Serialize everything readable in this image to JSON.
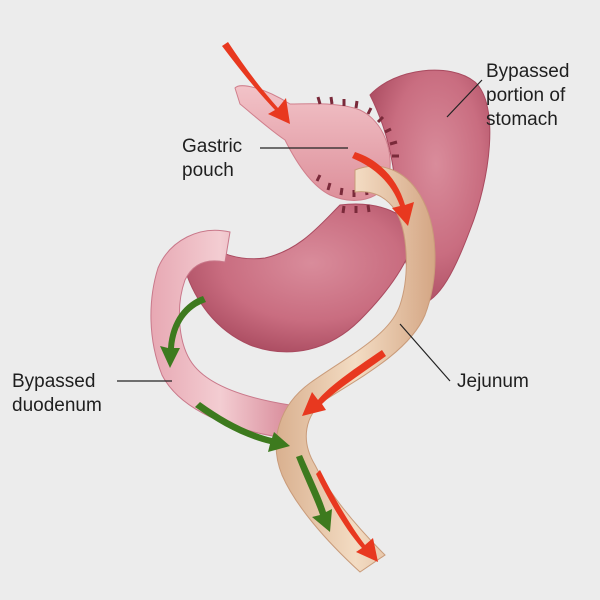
{
  "labels": {
    "bypassed_stomach": "Bypassed\nportion of\nstomach",
    "gastric_pouch": "Gastric\npouch",
    "jejunum": "Jejunum",
    "bypassed_duodenum": "Bypassed\nduodenum"
  },
  "colors": {
    "background": "#ececec",
    "stomach": "#c96d80",
    "stomach_dark": "#a94a5f",
    "pouch": "#e8a5ad",
    "jejunum": "#e6c7a5",
    "jejunum_edge": "#c99b7a",
    "food_arrow": "#e8381f",
    "digestive_arrow": "#3d7a1e",
    "leader_line": "#222222"
  },
  "icons": {
    "food_flow": "red-arrow",
    "digestive_juice_flow": "green-arrow"
  }
}
